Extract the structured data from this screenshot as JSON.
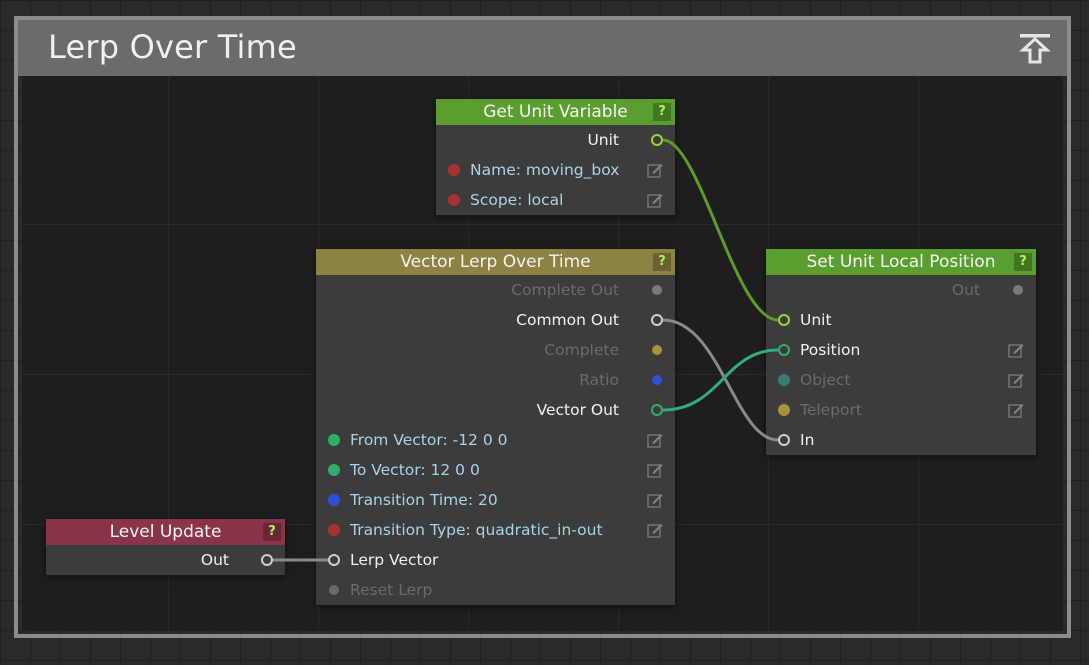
{
  "group": {
    "title": "Lerp Over Time"
  },
  "nodes": {
    "get_unit_variable": {
      "title": "Get Unit Variable",
      "header_color": "#5a9e2f",
      "help": "?",
      "outputs": {
        "unit": "Unit"
      },
      "inputs": {
        "name": "Name: moving_box",
        "scope": "Scope: local"
      }
    },
    "vector_lerp": {
      "title": "Vector Lerp Over Time",
      "header_color": "#8c8244",
      "help": "?",
      "outputs": {
        "complete_out": "Complete Out",
        "common_out": "Common Out",
        "complete": "Complete",
        "ratio": "Ratio",
        "vector_out": "Vector Out"
      },
      "inputs": {
        "from_vector": "From Vector: -12 0 0",
        "to_vector": "To Vector: 12 0 0",
        "transition_time": "Transition Time: 20",
        "transition_type": "Transition Type: quadratic_in-out",
        "lerp_vector": "Lerp Vector",
        "reset_lerp": "Reset Lerp"
      }
    },
    "set_unit_local_position": {
      "title": "Set Unit Local Position",
      "header_color": "#5a9e2f",
      "help": "?",
      "outputs": {
        "out": "Out"
      },
      "inputs": {
        "unit": "Unit",
        "position": "Position",
        "object": "Object",
        "teleport": "Teleport",
        "in": "In"
      }
    },
    "level_update": {
      "title": "Level Update",
      "header_color": "#8a3448",
      "help": "?",
      "outputs": {
        "out": "Out"
      }
    }
  },
  "colors": {
    "unit_wire": "#5f9a2a",
    "vector_wire": "#2fae7a",
    "event_wire": "#8a8a8a",
    "pin_red": "#a83232",
    "pin_green": "#2fae6a",
    "pin_blue": "#3050d8",
    "pin_gold": "#a8923a",
    "pin_teal": "#3a7a74",
    "pin_white": "#cfcfcf",
    "pin_unit": "#9ad82e"
  },
  "icons": {
    "collapse": "collapse-up-icon",
    "edit": "pencil-edit-icon",
    "help": "help-question-icon"
  }
}
